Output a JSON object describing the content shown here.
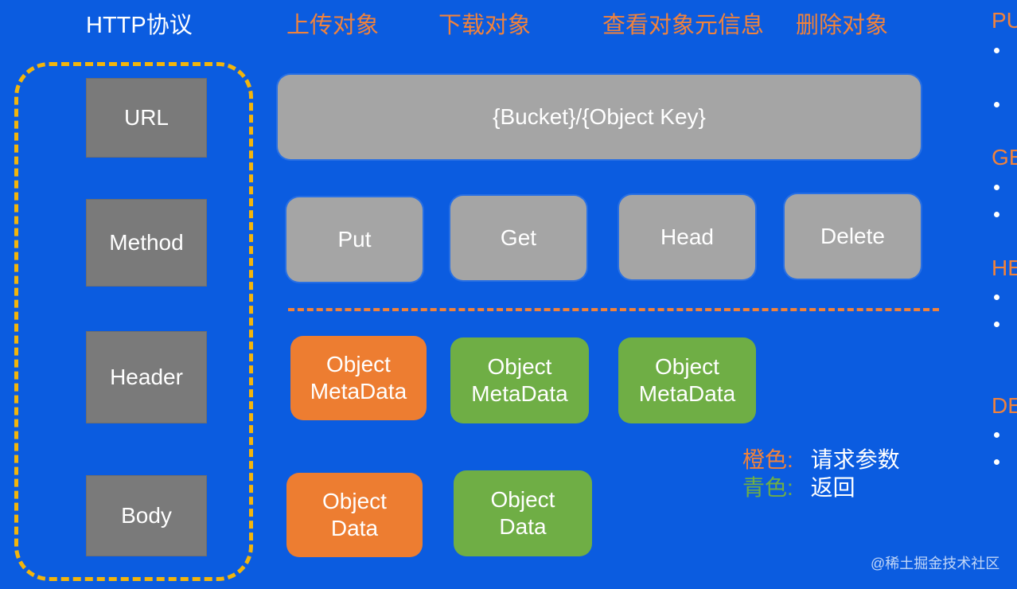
{
  "header": {
    "http": "HTTP协议",
    "upload": "上传对象",
    "download": "下载对象",
    "view_meta": "查看对象元信息",
    "delete": "删除对象"
  },
  "left_boxes": [
    "URL",
    "Method",
    "Header",
    "Body"
  ],
  "url_template": "{Bucket}/{Object Key}",
  "methods": [
    "Put",
    "Get",
    "Head",
    "Delete"
  ],
  "metadata_boxes": [
    {
      "line1": "Object",
      "line2": "MetaData",
      "color": "orange"
    },
    {
      "line1": "Object",
      "line2": "MetaData",
      "color": "green"
    },
    {
      "line1": "Object",
      "line2": "MetaData",
      "color": "green"
    }
  ],
  "data_boxes": [
    {
      "line1": "Object",
      "line2": "Data",
      "color": "orange"
    },
    {
      "line1": "Object",
      "line2": "Data",
      "color": "green"
    }
  ],
  "legend": {
    "orange_key": "橙色:",
    "orange_value": "请求参数",
    "green_key": "青色:",
    "green_value": "返回"
  },
  "right_edge": [
    "PU",
    "GE",
    "HE",
    "DE"
  ],
  "watermark": "@稀土掘金技术社区",
  "colors": {
    "background": "#0b5ce0",
    "orange": "#ed7d31",
    "green": "#6fae45",
    "gray": "#a5a5a5",
    "dark_gray": "#7a7a7a",
    "dash_yellow": "#f2b50c"
  }
}
